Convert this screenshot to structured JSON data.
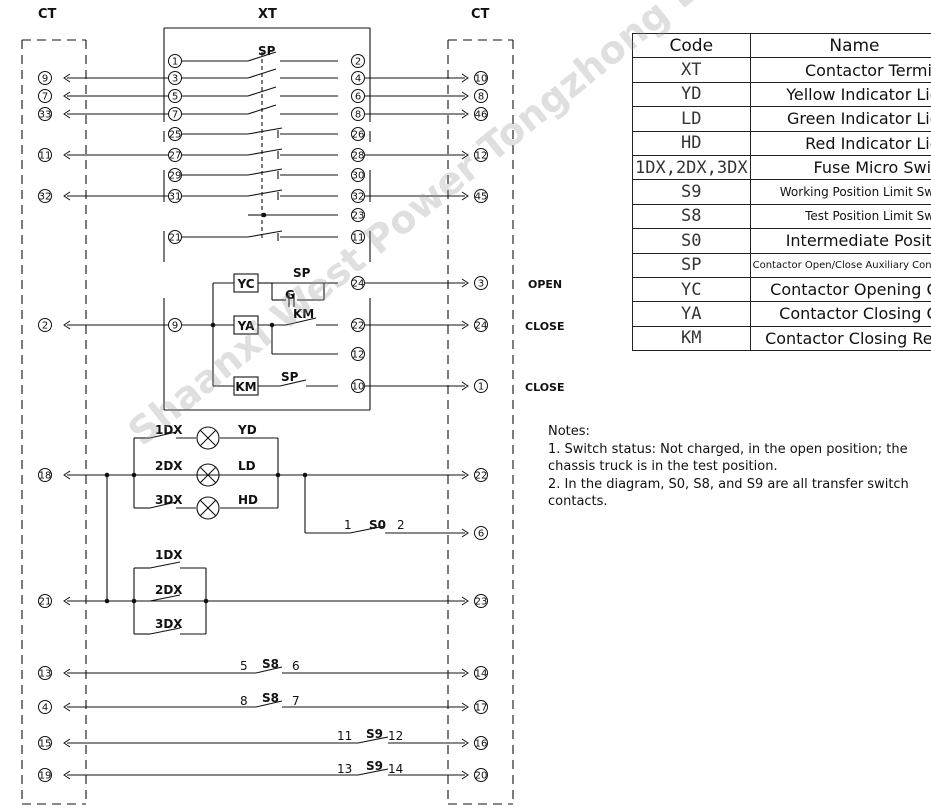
{
  "headers": {
    "left": "CT",
    "center": "XT",
    "right": "CT"
  },
  "side_labels": {
    "open": "OPEN",
    "close_1": "CLOSE",
    "close_2": "CLOSE"
  },
  "left_terminals": [
    "9",
    "7",
    "33",
    "11",
    "32",
    "2",
    "18",
    "21",
    "13",
    "4",
    "15",
    "19"
  ],
  "right_terminals": [
    "10",
    "8",
    "46",
    "12",
    "45",
    "3",
    "24",
    "1",
    "22",
    "6",
    "23",
    "14",
    "17",
    "16",
    "20"
  ],
  "xt_left_terminals": [
    "1",
    "3",
    "5",
    "7",
    "25",
    "27",
    "29",
    "31",
    "21",
    "9"
  ],
  "xt_right_terminals": [
    "2",
    "4",
    "6",
    "8",
    "26",
    "28",
    "30",
    "32",
    "23",
    "11",
    "24",
    "22",
    "12",
    "10"
  ],
  "device_tags": {
    "sp_main": "SP",
    "sp_coil": "SP",
    "sp_km": "SP",
    "g": "G",
    "km_contact": "KM",
    "yc": "YC",
    "ya": "YA",
    "km": "KM",
    "dx1": "1DX",
    "dx2": "2DX",
    "dx3": "3DX",
    "yd": "YD",
    "ld": "LD",
    "hd": "HD",
    "dx1b": "1DX",
    "dx2b": "2DX",
    "dx3b": "3DX",
    "s0": "S0",
    "s0_a": "1",
    "s0_b": "2",
    "s8_1": "S8",
    "s8_1a": "5",
    "s8_1b": "6",
    "s8_2": "S8",
    "s8_2a": "8",
    "s8_2b": "7",
    "s9_1": "S9",
    "s9_1a": "11",
    "s9_1b": "12",
    "s9_2": "S9",
    "s9_2a": "13",
    "s9_2b": "14"
  },
  "legend": {
    "header": {
      "code": "Code",
      "name": "Name"
    },
    "rows": [
      {
        "code": "XT",
        "name": "Contactor Terminal"
      },
      {
        "code": "YD",
        "name": "Yellow Indicator Light"
      },
      {
        "code": "LD",
        "name": "Green Indicator Light"
      },
      {
        "code": "HD",
        "name": "Red Indicator Light"
      },
      {
        "code": "1DX,2DX,3DX",
        "name": "Fuse Micro Switch"
      },
      {
        "code": "S9",
        "name": "Working Position Limit Switch"
      },
      {
        "code": "S8",
        "name": "Test Position Limit Switch"
      },
      {
        "code": "S0",
        "name": "Intermediate Position"
      },
      {
        "code": "SP",
        "name": "Contactor Open/Close Auxiliary Contacts"
      },
      {
        "code": "YC",
        "name": "Contactor Opening Coil"
      },
      {
        "code": "YA",
        "name": "Contactor Closing Coil"
      },
      {
        "code": "KM",
        "name": "Contactor Closing Relay"
      }
    ]
  },
  "notes": {
    "title": "Notes:",
    "items": [
      "1. Switch status: Not charged, in the open position; the chassis truck is in the test position.",
      "2. In the diagram, S0, S8, and S9 are all transfer switch contacts."
    ]
  },
  "watermark": "Shaanxi West Power Tongzhong Electric"
}
